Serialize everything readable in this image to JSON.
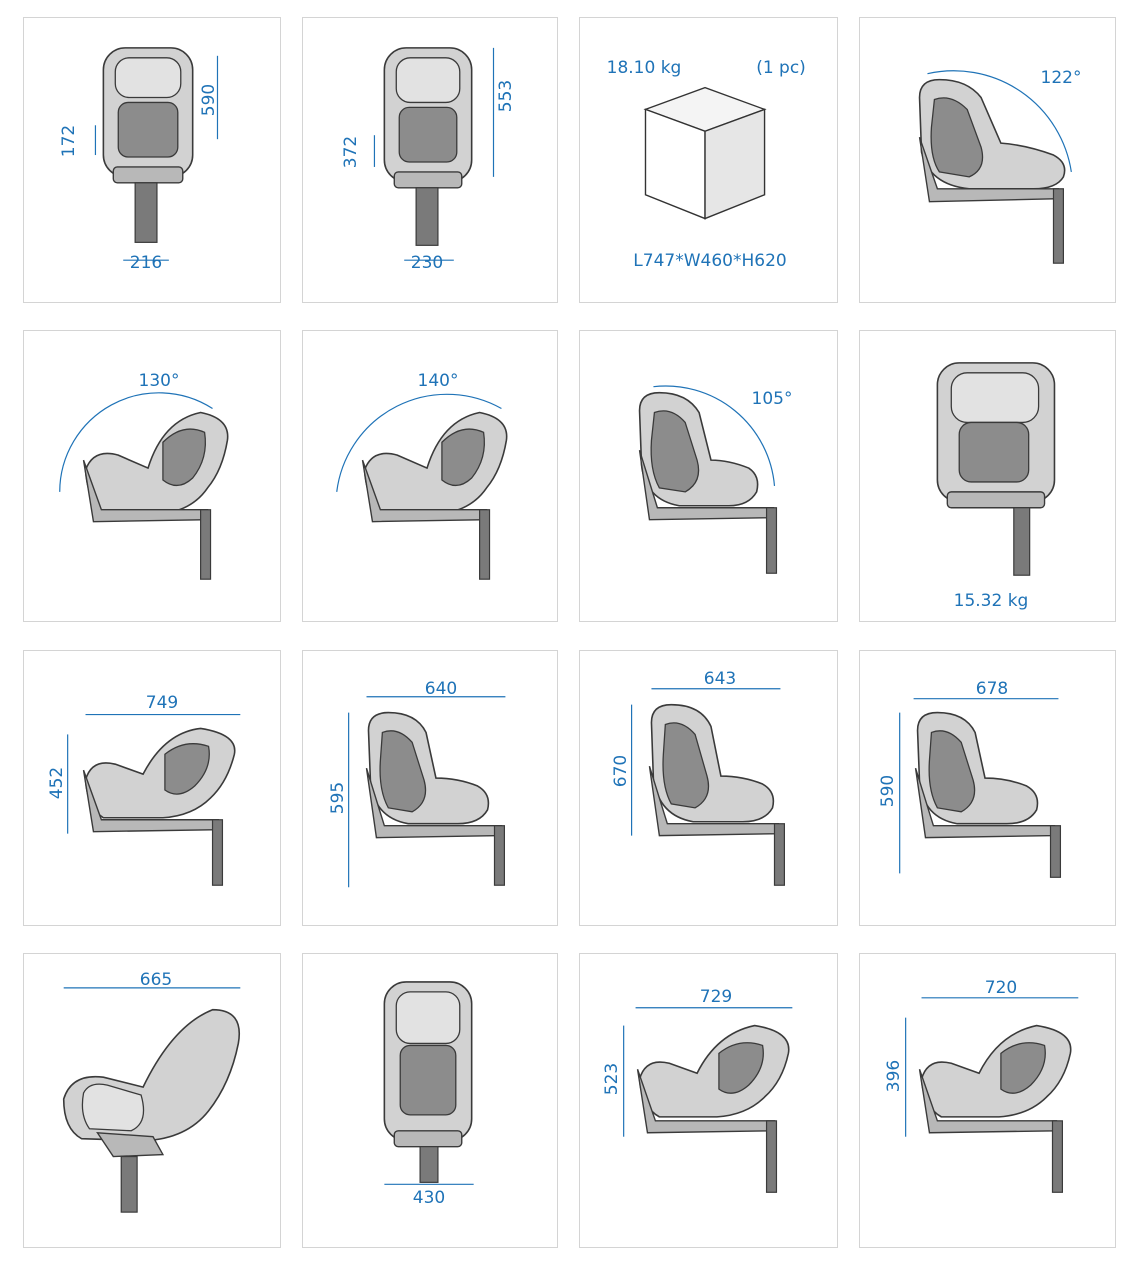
{
  "panels": [
    {
      "id": "p1",
      "labels": [
        "590",
        "172",
        "216"
      ]
    },
    {
      "id": "p2",
      "labels": [
        "553",
        "372",
        "230"
      ]
    },
    {
      "id": "p3",
      "labels": [
        "18.10 kg",
        "(1 pc)",
        "L747*W460*H620"
      ]
    },
    {
      "id": "p4",
      "labels": [
        "122°"
      ]
    },
    {
      "id": "p5",
      "labels": [
        "130°"
      ]
    },
    {
      "id": "p6",
      "labels": [
        "140°"
      ]
    },
    {
      "id": "p7",
      "labels": [
        "105°"
      ]
    },
    {
      "id": "p8",
      "labels": [
        "15.32 kg"
      ]
    },
    {
      "id": "p9",
      "labels": [
        "749",
        "452"
      ]
    },
    {
      "id": "p10",
      "labels": [
        "640",
        "595"
      ]
    },
    {
      "id": "p11",
      "labels": [
        "643",
        "670"
      ]
    },
    {
      "id": "p12",
      "labels": [
        "678",
        "590"
      ]
    },
    {
      "id": "p13",
      "labels": [
        "665"
      ]
    },
    {
      "id": "p14",
      "labels": [
        "430"
      ]
    },
    {
      "id": "p15",
      "labels": [
        "729",
        "523"
      ]
    },
    {
      "id": "p16",
      "labels": [
        "720",
        "396"
      ]
    }
  ],
  "colors": {
    "dimension": "#1f73b7",
    "border": "#d4d4d4"
  }
}
